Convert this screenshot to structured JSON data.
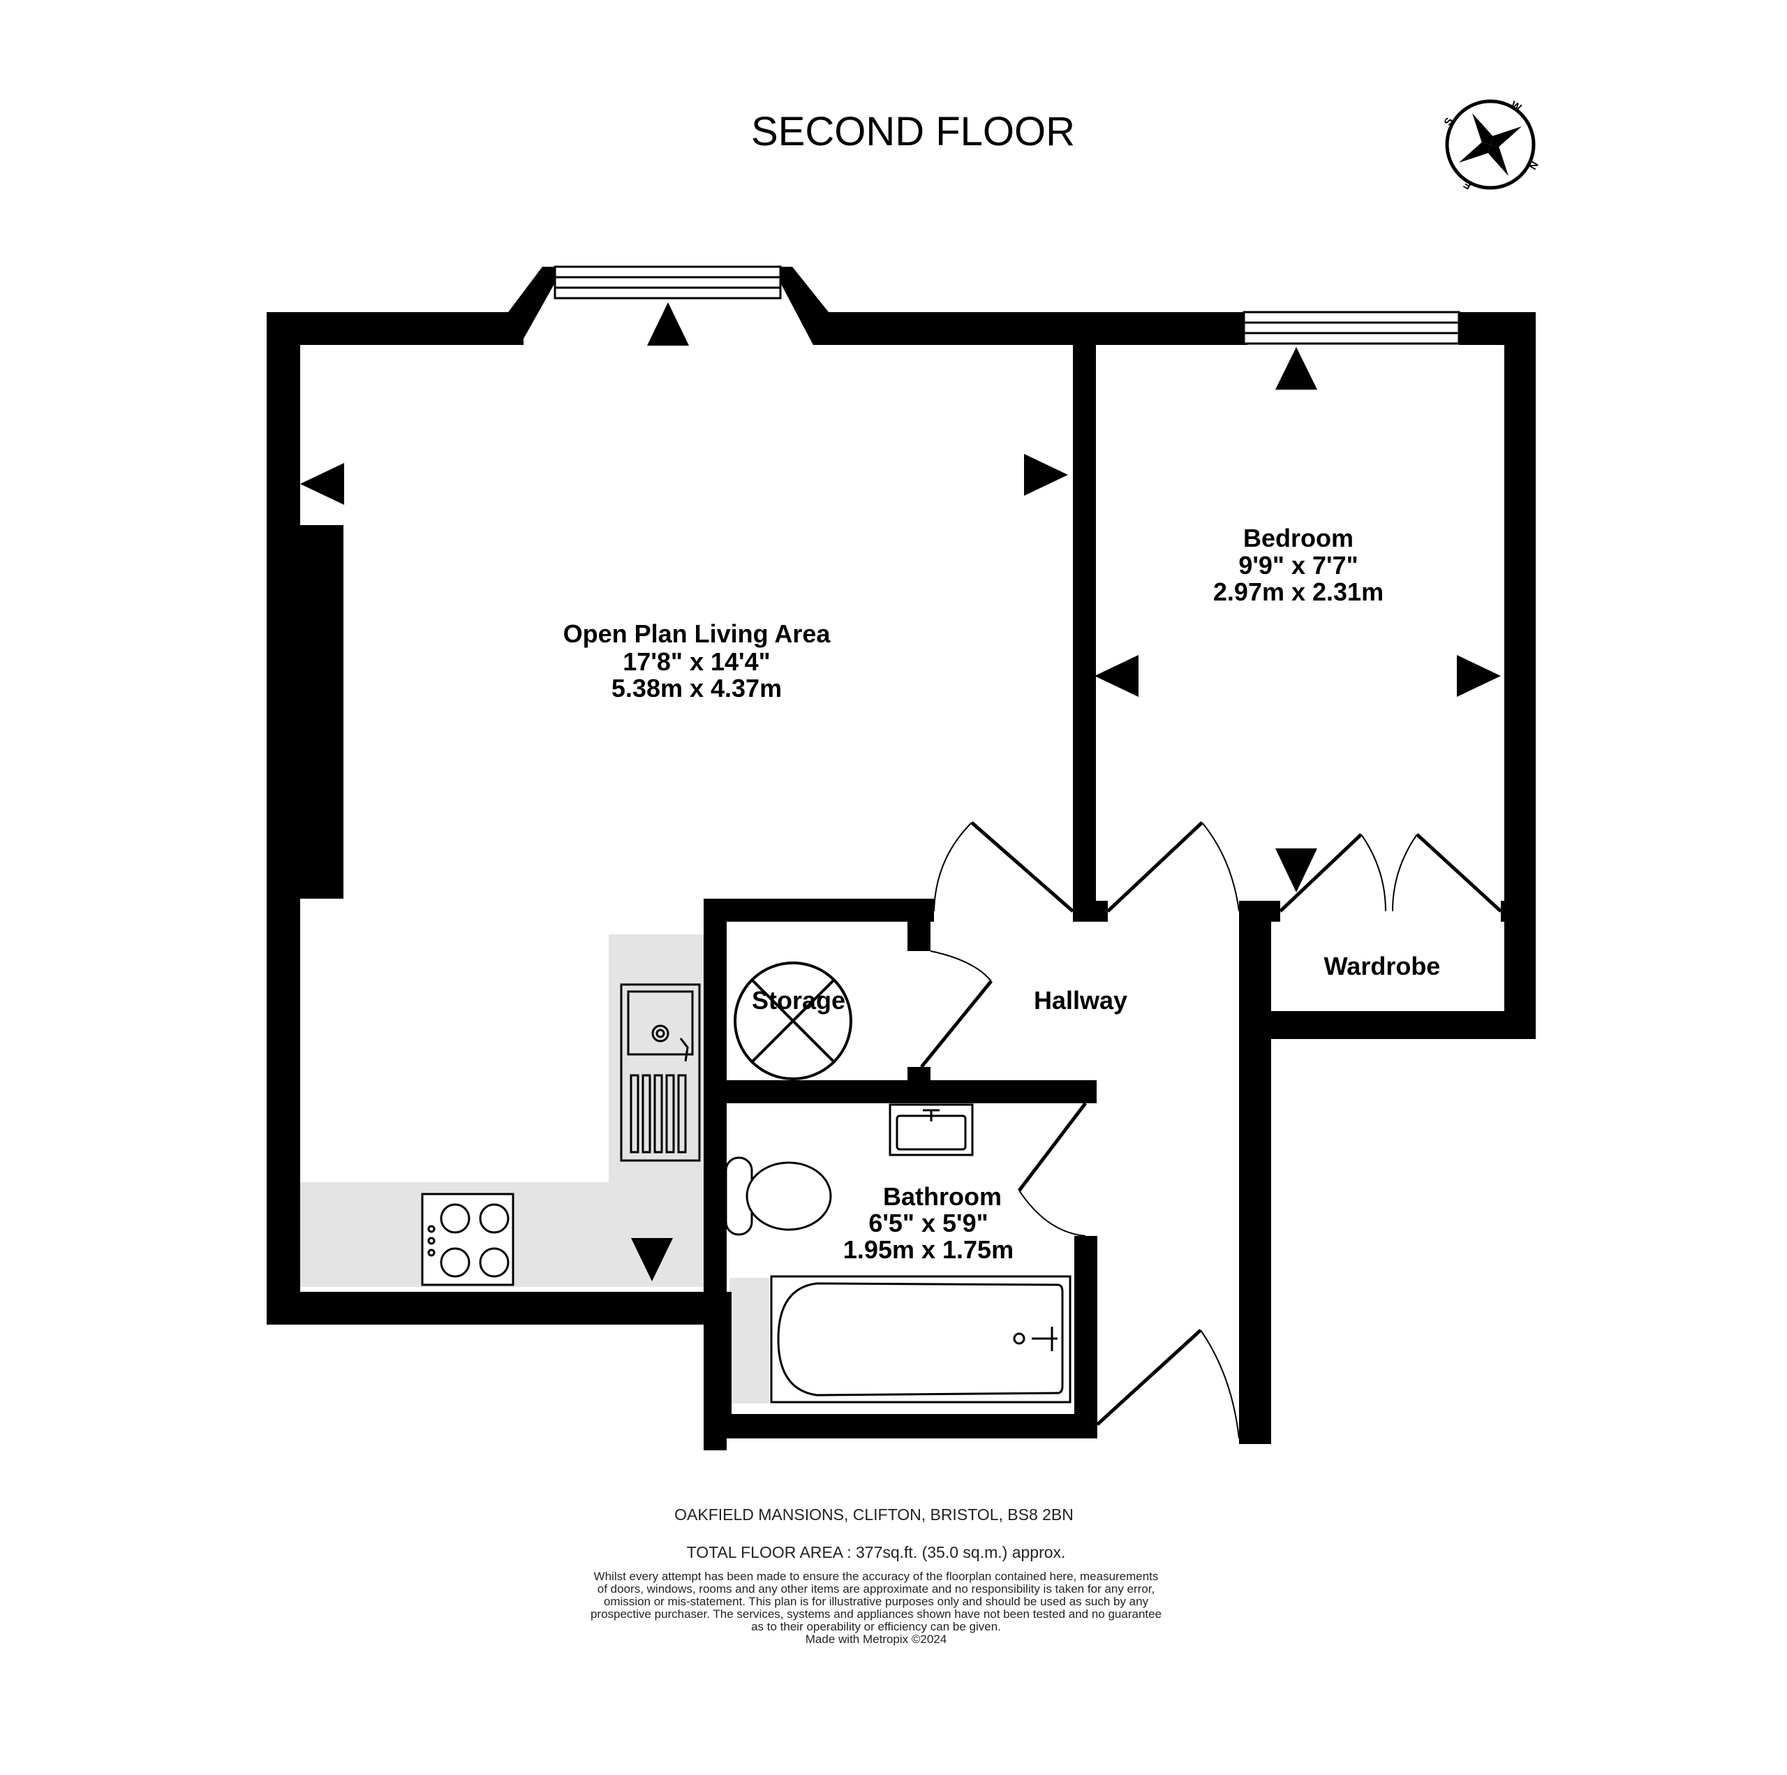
{
  "title": "SECOND FLOOR",
  "compass": {
    "labels": [
      "S",
      "W",
      "N",
      "E"
    ]
  },
  "rooms": {
    "living": {
      "name": "Open Plan Living Area",
      "imperial": "17'8\"  x 14'4\"",
      "metric": "5.38m  x 4.37m"
    },
    "bedroom": {
      "name": "Bedroom",
      "imperial": "9'9\"  x 7'7\"",
      "metric": "2.97m  x 2.31m"
    },
    "bathroom": {
      "name": "Bathroom",
      "imperial": "6'5\"  x 5'9\"",
      "metric": "1.95m  x 1.75m"
    },
    "storage": {
      "name": "Storage"
    },
    "hallway": {
      "name": "Hallway"
    },
    "wardrobe": {
      "name": "Wardrobe"
    }
  },
  "footer": {
    "address": "OAKFIELD MANSIONS, CLIFTON, BRISTOL, BS8 2BN",
    "area": "TOTAL FLOOR AREA : 377sq.ft. (35.0 sq.m.) approx.",
    "disclaimer": [
      "Whilst every attempt has been made to ensure the accuracy of the floorplan contained here, measurements",
      "of doors, windows, rooms and any other items are approximate and no responsibility is taken for any error,",
      "omission or mis-statement. This plan is for illustrative purposes only and should be used as such by any",
      "prospective purchaser. The services, systems and appliances shown have not been tested and no guarantee",
      "as to their operability or efficiency can be given.",
      "Made with Metropix ©2024"
    ]
  },
  "colors": {
    "wall": "#000000",
    "kitchen_floor": "#e4e4e4",
    "background": "#ffffff"
  }
}
